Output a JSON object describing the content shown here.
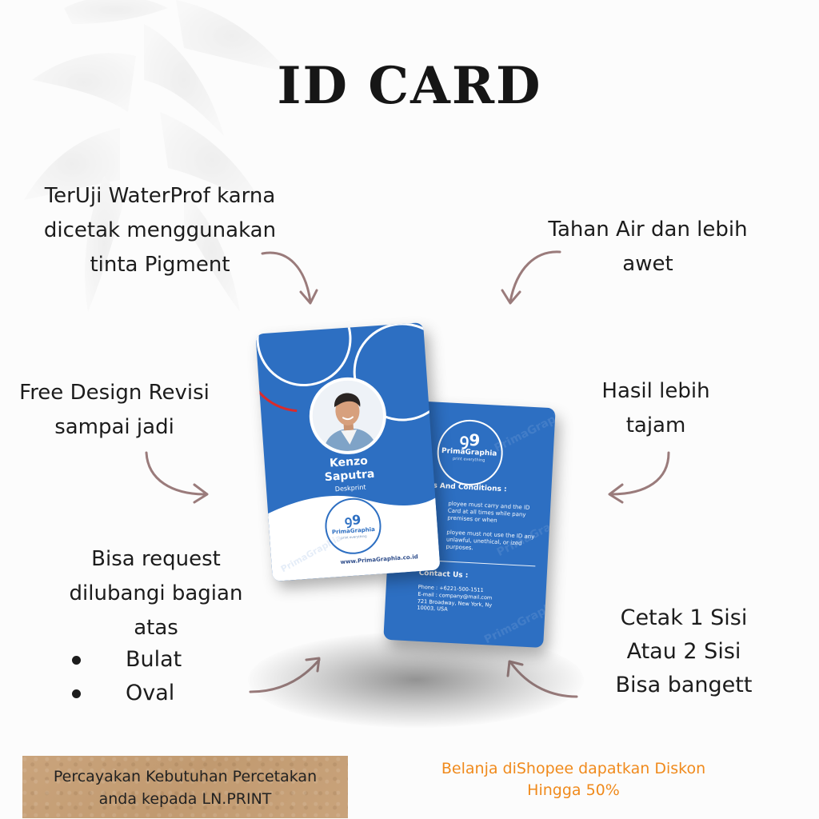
{
  "title": "ID CARD",
  "notes": {
    "top_left": [
      "TerUji WaterProf karna",
      "dicetak menggunakan",
      "tinta Pigment"
    ],
    "top_right": [
      "Tahan Air dan lebih",
      "awet"
    ],
    "mid_left": [
      "Free Design Revisi",
      "sampai jadi"
    ],
    "mid_right": [
      "Hasil lebih",
      "tajam"
    ],
    "bottom_left": [
      "Bisa request",
      "dilubangi bagian",
      "atas"
    ],
    "bottom_left_bullets": [
      "Bulat",
      "Oval"
    ],
    "bottom_right": [
      "Cetak 1 Sisi",
      "Atau 2 Sisi",
      "Bisa bangett"
    ]
  },
  "front_card": {
    "name": [
      "Kenzo",
      "Saputra"
    ],
    "role": "Deskprint",
    "logo_mark": "ꝯ9",
    "logo_brand": "PrimaGraphia",
    "logo_tagline": "print everything",
    "url": "www.PrimaGraphia.co.id",
    "watermark": "PrimaGraphia"
  },
  "back_card": {
    "logo_mark": "ꝯ9",
    "logo_brand": "PrimaGraphia",
    "logo_tagline": "print everything",
    "terms_heading": "s And Conditions :",
    "term_1": "ployee must carry and the ID Card at all times while pany premises or when",
    "term_2": "ployee must not use the ID any unlawful, unethical, or ized purposes.",
    "contact_heading": "Contact Us :",
    "phone": "Phone : +6221-500-1511",
    "email": "E-mail : company@mail.com",
    "address": "721 Broadway, New York, Ny 10003, USA",
    "watermark": "PrimaGraphia"
  },
  "kraft_banner": [
    "Percayakan Kebutuhan Percetakan",
    "anda kepada LN.PRINT"
  ],
  "promo": [
    "Belanja diShopee dapatkan Diskon",
    "Hingga 50%"
  ],
  "colors": {
    "card_blue": "#2d6fc2",
    "arrow": "#9a7b7b",
    "promo_orange": "#f08a1c",
    "kraft": "#c8a27a",
    "accent_red": "#d92b2b"
  },
  "icons": {
    "arrows": "curved-arrow-icon",
    "bullet": "bullet-dot-icon",
    "leaves": "palm-leaf-shadow-icon"
  }
}
